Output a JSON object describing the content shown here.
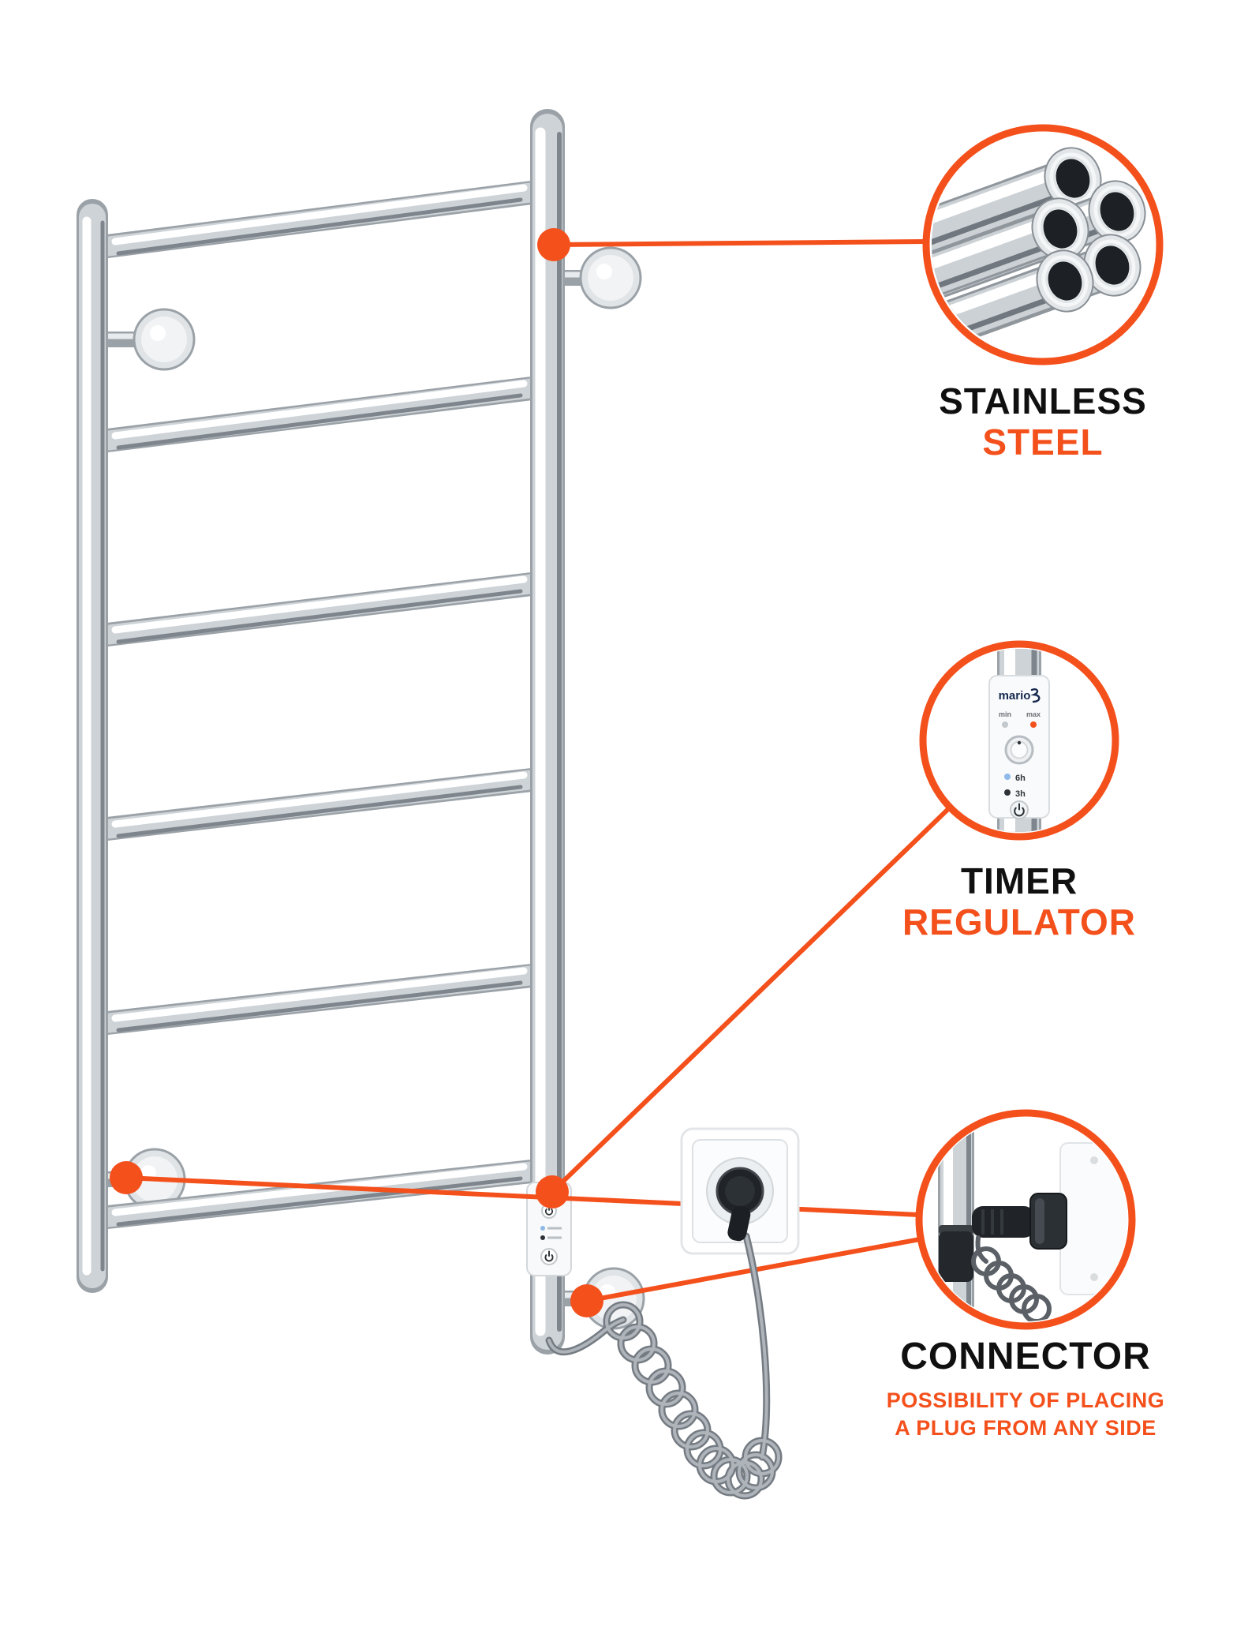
{
  "colors": {
    "accent": "#F4501C",
    "title_text": "#101010",
    "background": "#FFFFFF"
  },
  "callouts": {
    "stainless": {
      "icon": "stainless-steel-pipes-icon",
      "title": "STAINLESS",
      "highlight": "STEEL"
    },
    "timer": {
      "icon": "timer-regulator-icon",
      "title": "TIMER",
      "highlight": "REGULATOR"
    },
    "connector": {
      "icon": "connector-plug-icon",
      "title": "CONNECTOR",
      "subtitle_line1": "POSSIBILITY OF PLACING",
      "subtitle_line2": "A PLUG FROM ANY SIDE"
    }
  },
  "timer_panel": {
    "brand": "mario",
    "min_label": "min",
    "max_label": "max",
    "option_6h": "6h",
    "option_3h": "3h"
  }
}
